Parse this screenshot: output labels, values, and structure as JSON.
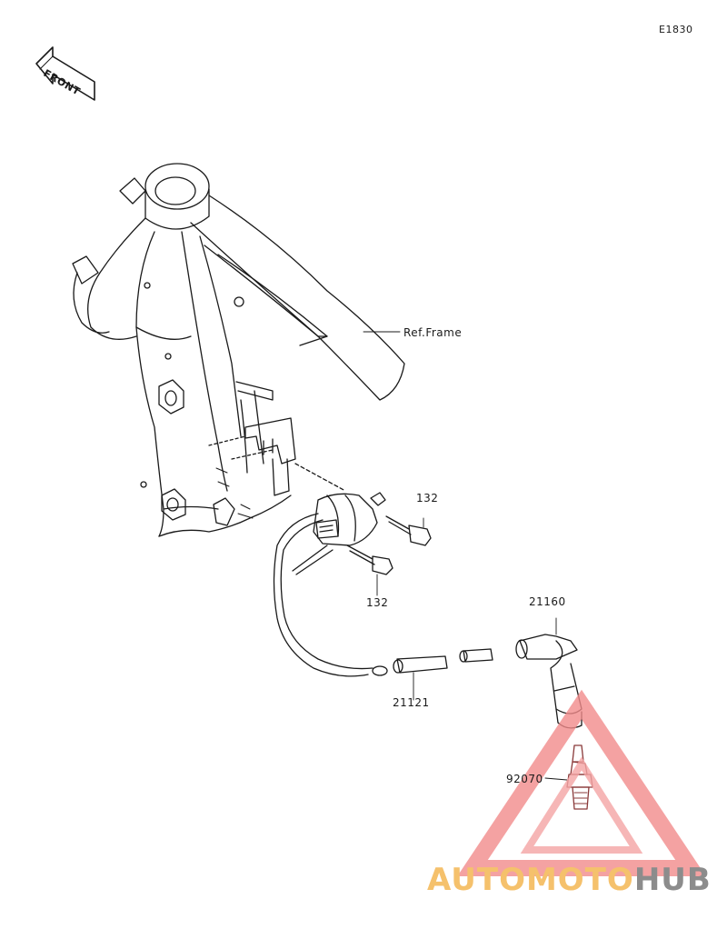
{
  "diagram_code": "E1830",
  "front_label": "FRONT",
  "frame_label": "Ref.Frame",
  "parts": {
    "bolt_upper": "132",
    "bolt_lower": "132",
    "plug_cap": "21160",
    "ignition_coil": "21121",
    "spark_plug": "92070"
  },
  "watermark": {
    "part1": "AUTOMOTO",
    "part2": "HUB",
    "color_primary": "#f5c16c",
    "color_secondary": "#8c8c8c",
    "triangle_color": "#f28b8b"
  }
}
